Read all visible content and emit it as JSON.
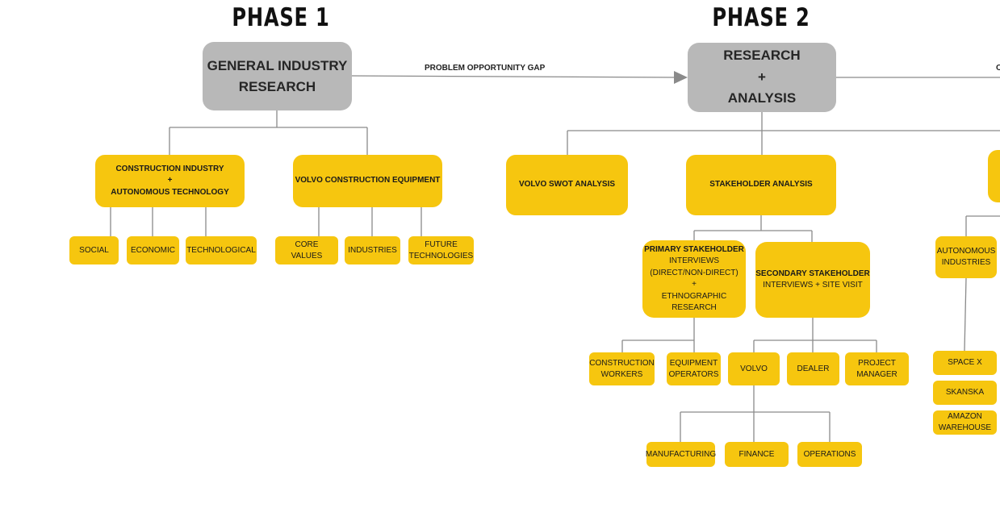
{
  "phases": [
    "PHASE 1",
    "PHASE 2"
  ],
  "main_nodes": {
    "general": [
      "GENERAL INDUSTRY",
      "RESEARCH"
    ],
    "research": [
      "RESEARCH",
      "+",
      "ANALYSIS"
    ]
  },
  "edge_labels": {
    "gap": "PROBLEM OPPORTUNITY GAP",
    "cut": "O"
  },
  "phase1": {
    "construction": [
      "CONSTRUCTION INDUSTRY",
      "+",
      "AUTONOMOUS TECHNOLOGY"
    ],
    "volvo_ce": "VOLVO CONSTRUCTION EQUIPMENT",
    "social": "SOCIAL",
    "economic": "ECONOMIC",
    "technological": "TECHNOLOGICAL",
    "core_values": [
      "CORE",
      "VALUES"
    ],
    "industries": "INDUSTRIES",
    "future_tech": [
      "FUTURE",
      "TECHNOLOGIES"
    ]
  },
  "phase2": {
    "swot": "VOLVO SWOT ANALYSIS",
    "stakeholder": "STAKEHOLDER ANALYSIS",
    "primary": {
      "title": "PRIMARY STAKEHOLDER",
      "lines": [
        "INTERVIEWS",
        "(DIRECT/NON-DIRECT)",
        "+",
        "ETHNOGRAPHIC",
        "RESEARCH"
      ]
    },
    "secondary": {
      "title": "SECONDARY STAKEHOLDER",
      "line": "INTERVIEWS + SITE VISIT"
    },
    "construction_workers": [
      "CONSTRUCTION",
      "WORKERS"
    ],
    "equipment_operators": [
      "EQUIPMENT",
      "OPERATORS"
    ],
    "volvo": "VOLVO",
    "dealer": "DEALER",
    "project_manager": [
      "PROJECT",
      "MANAGER"
    ],
    "manufacturing": "MANUFACTURING",
    "finance": "FINANCE",
    "operations": "OPERATIONS",
    "autonomous_industries": [
      "AUTONOMOUS",
      "INDUSTRIES"
    ],
    "spacex": "SPACE X",
    "skanska": "SKANSKA",
    "amazon": [
      "AMAZON",
      "WAREHOUSE"
    ]
  },
  "colors": {
    "yellow": "#f6c60f",
    "gray": "#b8b8b8",
    "line": "#888888"
  }
}
